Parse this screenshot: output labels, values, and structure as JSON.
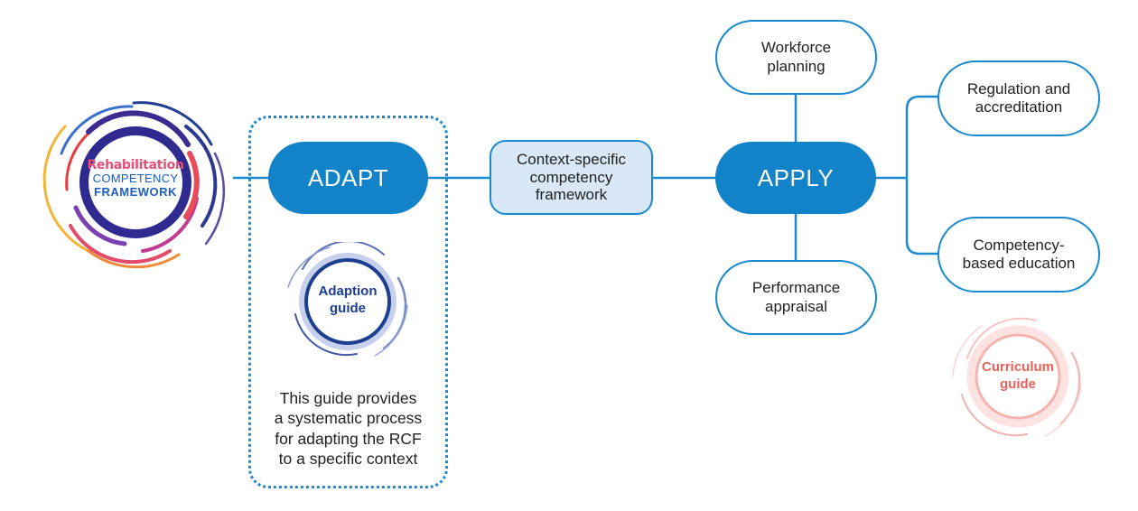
{
  "logo": {
    "line1": "Rehabilitation",
    "line2": "COMPETENCY",
    "line3": "FRAMEWORK"
  },
  "adapt": {
    "label": "ADAPT"
  },
  "adaption_guide": {
    "line1": "Adaption",
    "line2": "guide"
  },
  "adapt_description": {
    "lines": [
      "This guide provides",
      "a systematic process",
      "for adapting the RCF",
      "to a specific context"
    ]
  },
  "context_framework": {
    "lines": [
      "Context-specific",
      "competency",
      "framework"
    ]
  },
  "apply": {
    "label": "APPLY"
  },
  "workforce_planning": {
    "lines": [
      "Workforce",
      "planning"
    ]
  },
  "performance_appraisal": {
    "lines": [
      "Performance",
      "appraisal"
    ]
  },
  "regulation_accreditation": {
    "lines": [
      "Regulation and",
      "accreditation"
    ]
  },
  "competency_education": {
    "lines": [
      "Competency-",
      "based education"
    ]
  },
  "curriculum_guide": {
    "line1": "Curriculum",
    "line2": "guide"
  },
  "colors": {
    "primary_blue": "#1283c9",
    "line_blue": "#1a8ad0",
    "light_fill": "#d8e8f7",
    "navy": "#1d3f8f",
    "curriculum_red": "#e8615a"
  }
}
